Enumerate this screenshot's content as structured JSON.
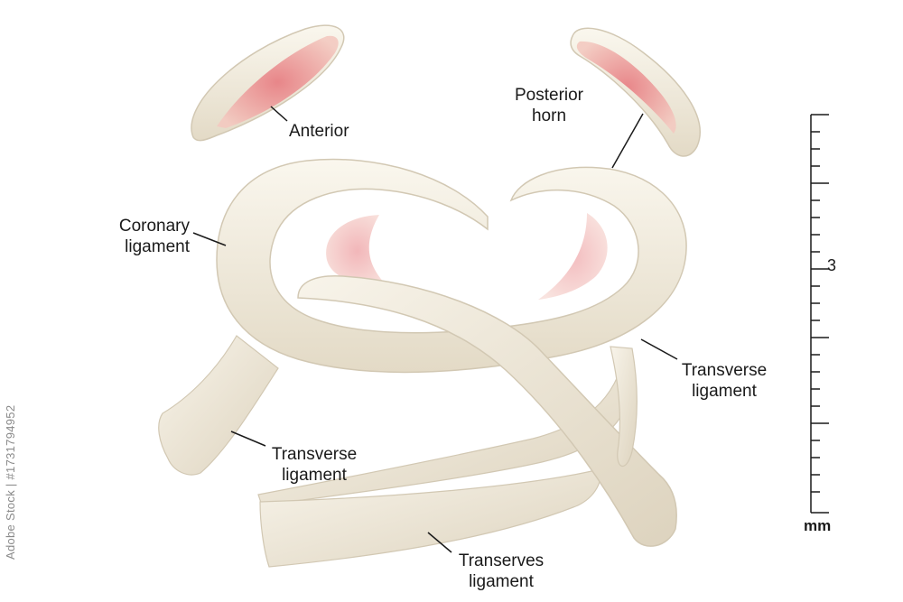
{
  "labels": {
    "anterior": "Anterior",
    "posterior_line1": "Posterior",
    "posterior_line2": "horn",
    "coronary_line1": "Coronary",
    "coronary_line2": "ligament",
    "transverse_right_line1": "Transverse",
    "transverse_right_line2": "ligament",
    "transverse_left_line1": "Transverse",
    "transverse_left_line2": "ligament",
    "transerves_line1": "Transerves",
    "transerves_line2": "ligament"
  },
  "scale_bar": {
    "number": "3",
    "unit": "mm"
  },
  "stock_id": "Adobe Stock | #1731794952",
  "colors": {
    "tissue": "#f2ede0",
    "tissue_shadow": "#d9d0bd",
    "horn_pink": "#e8868a",
    "line": "#1a1a1a"
  }
}
